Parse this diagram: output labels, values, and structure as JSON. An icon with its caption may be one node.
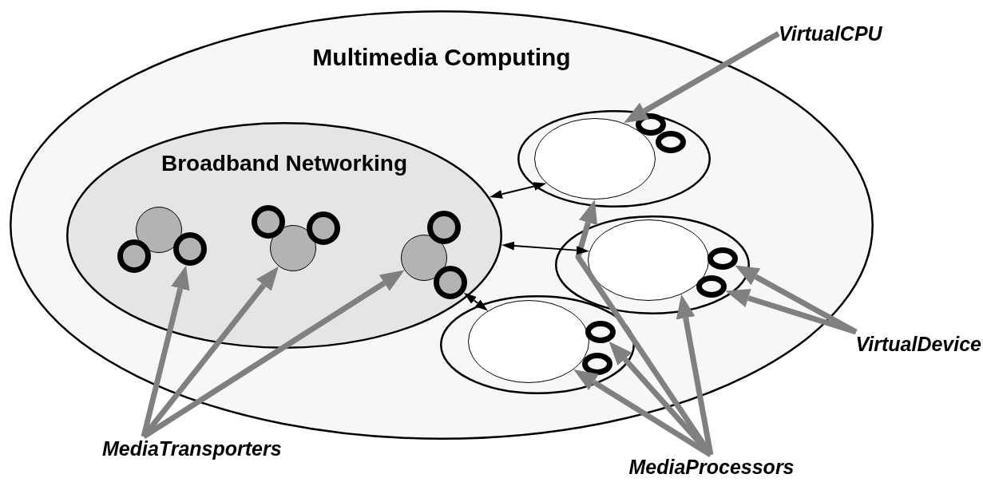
{
  "diagram": {
    "nodes": [
      {
        "text": [
          "Multimedia Computing"
        ]
      },
      {
        "text": [
          "VirtualCPU"
        ]
      },
      {
        "text": [
          "Broadband Networking"
        ],
        "in": 0
      },
      {
        "text": [],
        "shape": "circle",
        "in": 2
      },
      {
        "text": [],
        "shape": "ring",
        "in": 2
      },
      {
        "text": [],
        "shape": "ring",
        "in": 2
      },
      {
        "text": [],
        "shape": "circle",
        "in": 2
      },
      {
        "text": [],
        "shape": "ring",
        "in": 2
      },
      {
        "text": [],
        "shape": "ring",
        "in": 2
      },
      {
        "text": [],
        "shape": "circle",
        "in": 2
      },
      {
        "text": [],
        "shape": "ring",
        "in": 2
      },
      {
        "text": [],
        "shape": "ring",
        "in": 2
      },
      {
        "text": [],
        "shape": "ellipse",
        "in": 0
      },
      {
        "text": [],
        "shape": "ellipse",
        "in": 12
      },
      {
        "text": [],
        "shape": "ring",
        "in": 12
      },
      {
        "text": [],
        "shape": "ring",
        "in": 12
      },
      {
        "text": [],
        "shape": "ellipse",
        "in": 0
      },
      {
        "text": [],
        "shape": "ellipse",
        "in": 16
      },
      {
        "text": [],
        "shape": "ring",
        "in": 16
      },
      {
        "text": [],
        "shape": "ring",
        "in": 16
      },
      {
        "text": [],
        "shape": "ellipse",
        "in": 0
      },
      {
        "text": [],
        "shape": "ellipse",
        "in": 20
      },
      {
        "text": [],
        "shape": "ring",
        "in": 20
      },
      {
        "text": [],
        "shape": "ring",
        "in": 20
      },
      {
        "text": [
          "VirtualDevice"
        ]
      },
      {
        "text": [
          "MediaTransporters"
        ]
      },
      {
        "text": [
          "MediaProcessors"
        ]
      }
    ],
    "edges": [
      {
        "from": 1,
        "to": 13,
        "arrow": "to"
      },
      {
        "from": 24,
        "to": 18,
        "arrow": "to"
      },
      {
        "from": 24,
        "to": 19,
        "arrow": "to"
      },
      {
        "from": 26,
        "to": 13,
        "arrow": "to"
      },
      {
        "from": 26,
        "to": 17,
        "arrow": "to"
      },
      {
        "from": 26,
        "to": 22,
        "arrow": "to"
      },
      {
        "from": 26,
        "to": 21,
        "arrow": "to"
      },
      {
        "from": 25,
        "to": 5,
        "arrow": "to"
      },
      {
        "from": 25,
        "to": 6,
        "arrow": "to"
      },
      {
        "from": 25,
        "to": 9,
        "arrow": "to"
      },
      {
        "from": 2,
        "to": 13,
        "arrow": "both",
        "color": "#000000"
      },
      {
        "from": 2,
        "to": 17,
        "arrow": "both",
        "color": "#000000"
      },
      {
        "from": 11,
        "to": 21,
        "arrow": "both",
        "color": "#000000"
      }
    ]
  }
}
